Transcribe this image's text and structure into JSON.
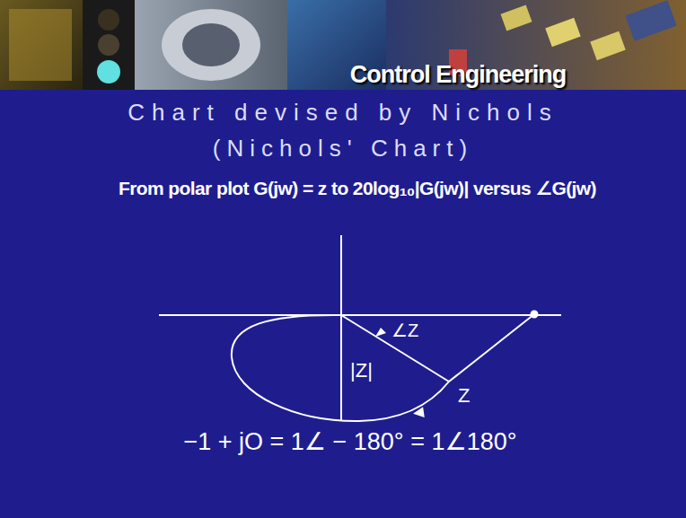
{
  "diagram": {
    "title": "Chart devised by Nichols",
    "labels": [
      "Control Engineering",
      "(Nichols' Chart)",
      "From polar plot G(jw) = z to 20log₁₀|G(jw)| versus ∠G(jw)",
      "∠Z",
      "|Z|",
      "Z",
      "−1 + jO = 1∠ − 180° = 1∠180°"
    ]
  }
}
